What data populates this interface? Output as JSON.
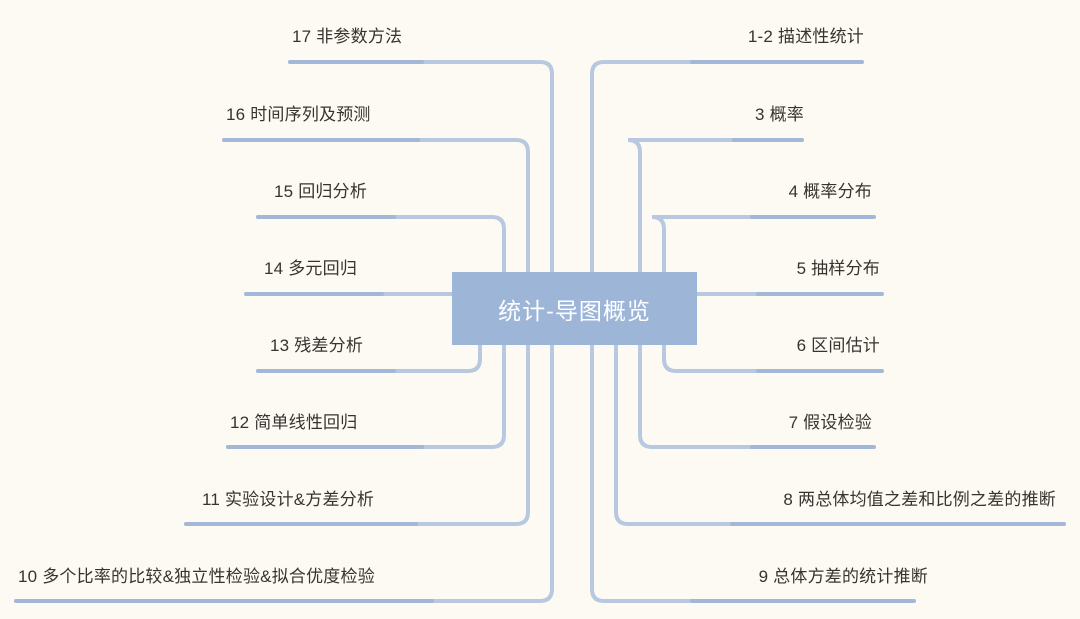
{
  "diagram": {
    "type": "mindmap",
    "title": "统计-导图概览",
    "background_color": "#fdfaf3",
    "accent_color": "#a3b8d6",
    "node_color": "#9db6d8",
    "text_color": "#363430",
    "center": {
      "label": "统计-导图概览"
    },
    "right_branches": [
      {
        "label": "1-2 描述性统计"
      },
      {
        "label": "3 概率"
      },
      {
        "label": "4 概率分布"
      },
      {
        "label": "5 抽样分布"
      },
      {
        "label": "6 区间估计"
      },
      {
        "label": "7 假设检验"
      },
      {
        "label": "8 两总体均值之差和比例之差的推断"
      },
      {
        "label": "9 总体方差的统计推断"
      }
    ],
    "left_branches": [
      {
        "label": "17 非参数方法"
      },
      {
        "label": "16 时间序列及预测"
      },
      {
        "label": "15 回归分析"
      },
      {
        "label": "14 多元回归"
      },
      {
        "label": "13 残差分析"
      },
      {
        "label": "12 简单线性回归"
      },
      {
        "label": "11 实验设计&方差分析"
      },
      {
        "label": "10 多个比率的比较&独立性检验&拟合优度检验"
      }
    ]
  }
}
